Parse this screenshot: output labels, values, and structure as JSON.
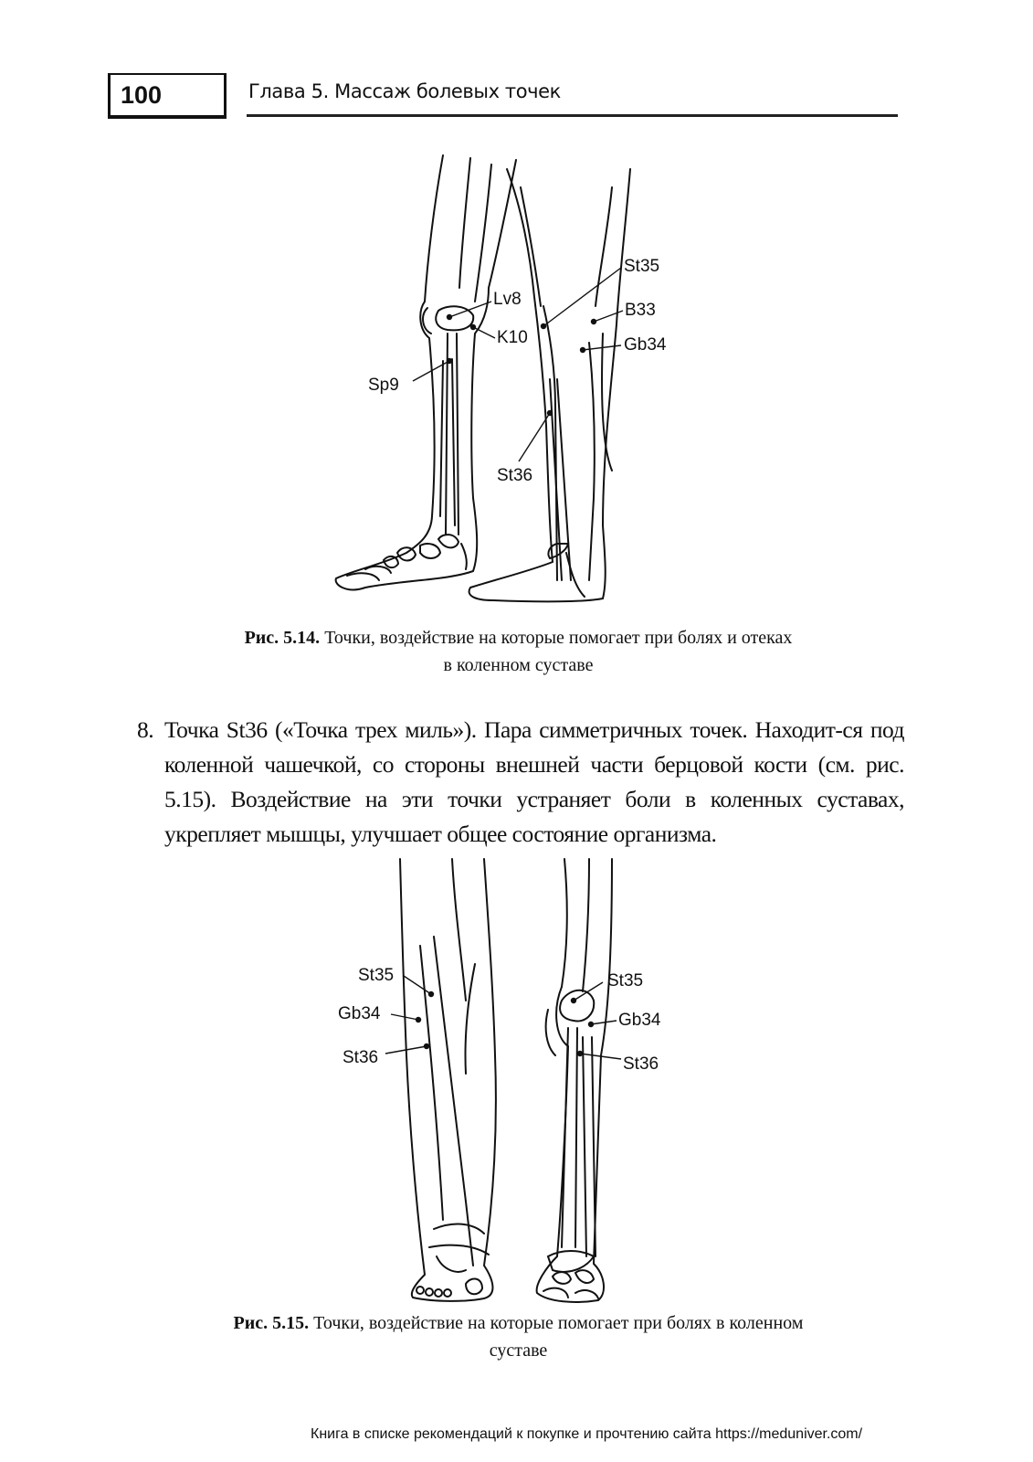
{
  "header": {
    "page_number": "100",
    "chapter_title": "Глава 5. Массаж болевых точек"
  },
  "figure1": {
    "labels": {
      "st35": "St35",
      "lv8": "Lv8",
      "b33": "B33",
      "k10": "K10",
      "gb34": "Gb34",
      "sp9": "Sp9",
      "st36": "St36"
    },
    "caption_prefix": "Рис. 5.14.",
    "caption_line1": " Точки, воздействие на которые помогает при болях и отеках",
    "caption_line2": "в коленном суставе"
  },
  "paragraph": {
    "number": "8.",
    "text": "Точка St36 («Точка трех миль»). Пара симметричных точек. Находит-ся под коленной чашечкой, со стороны внешней части берцовой кости (см. рис. 5.15). Воздействие на эти точки устраняет боли в коленных суставах, укрепляет мышцы, улучшает общее состояние организма."
  },
  "figure2": {
    "labels": {
      "left_st35": "St35",
      "left_gb34": "Gb34",
      "left_st36": "St36",
      "right_st35": "St35",
      "right_gb34": "Gb34",
      "right_st36": "St36"
    },
    "caption_prefix": "Рис. 5.15.",
    "caption_line1": " Точки, воздействие на которые помогает при болях в коленном",
    "caption_line2": "суставе"
  },
  "footer": {
    "text": "Книга в списке рекомендаций к покупке и прочтению сайта https://meduniver.com/"
  }
}
